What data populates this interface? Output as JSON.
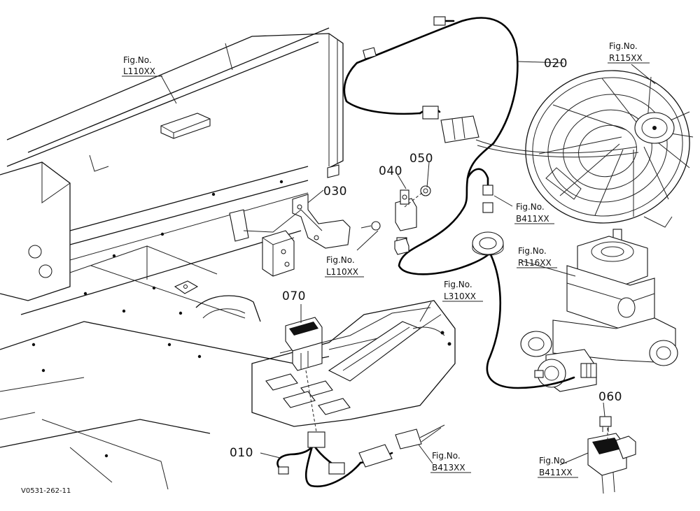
{
  "diagram": {
    "drawing_code": "V0531-262-11",
    "parts": [
      {
        "id": "p010",
        "number": "010"
      },
      {
        "id": "p020",
        "number": "020"
      },
      {
        "id": "p030",
        "number": "030"
      },
      {
        "id": "p040",
        "number": "040"
      },
      {
        "id": "p050",
        "number": "050"
      },
      {
        "id": "p060",
        "number": "060"
      },
      {
        "id": "p070",
        "number": "070"
      }
    ],
    "figure_refs": [
      {
        "id": "fig-l110-top",
        "line1": "Fig.No.",
        "line2": "L110XX"
      },
      {
        "id": "fig-l110-mid",
        "line1": "Fig.No.",
        "line2": "L110XX"
      },
      {
        "id": "fig-r115",
        "line1": "Fig.No.",
        "line2": "R115XX"
      },
      {
        "id": "fig-b411-mid",
        "line1": "Fig.No.",
        "line2": "B411XX"
      },
      {
        "id": "fig-r116",
        "line1": "Fig.No.",
        "line2": "R116XX"
      },
      {
        "id": "fig-l310",
        "line1": "Fig.No.",
        "line2": "L310XX"
      },
      {
        "id": "fig-b413",
        "line1": "Fig.No.",
        "line2": "B413XX"
      },
      {
        "id": "fig-b411-bot",
        "line1": "Fig.No.",
        "line2": "B411XX"
      }
    ]
  }
}
